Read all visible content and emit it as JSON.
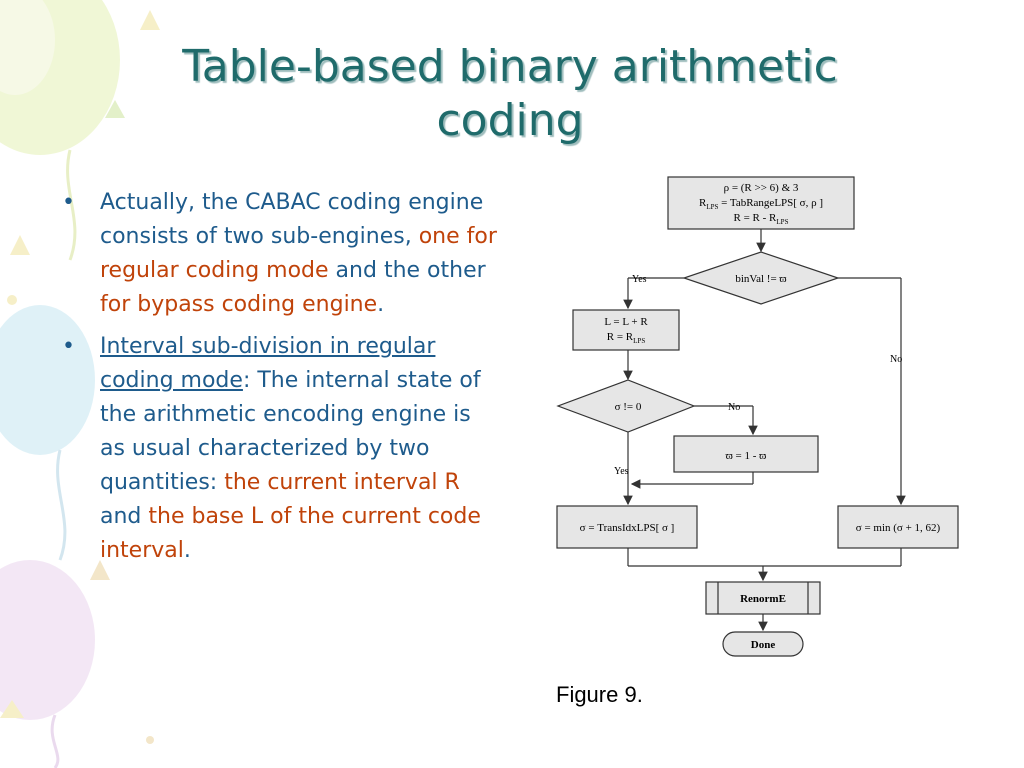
{
  "slide": {
    "title_line1": "Table-based binary arithmetic",
    "title_line2": "coding",
    "bullets": [
      {
        "p1": "Actually, the CABAC coding engine consists of two sub-engines, ",
        "p2": "one for regular coding mode",
        "p3": " and the other ",
        "p4": "for bypass coding engine",
        "p5": "."
      },
      {
        "p1": "Interval sub-division in regular coding mode",
        "p2": ": The internal state of the arithmetic encoding engine is as usual characterized by two quantities: ",
        "p3": "the current interval R",
        "p4": " and ",
        "p5": "the base L of the current code interval",
        "p6": "."
      }
    ],
    "caption": "Figure 9.",
    "colors": {
      "title": "#1f6b6b",
      "text": "#1e5b8c",
      "highlight": "#c0430a"
    }
  },
  "flowchart": {
    "top_box": {
      "l1": "ρ = (R >> 6) & 3",
      "l2a": "R",
      "l2sub": "LPS",
      "l2b": " = TabRangeLPS[ σ, ρ ]",
      "l3a": "R = R - R",
      "l3sub": "LPS"
    },
    "decision1": "binVal != ϖ",
    "yes_label1": "Yes",
    "no_label1": "No",
    "box_lr": {
      "l1": "L = L + R",
      "l2a": "R = R",
      "l2sub": "LPS"
    },
    "decision2": "σ != 0",
    "no_label2": "No",
    "yes_label2": "Yes",
    "box_w": "ϖ = 1 - ϖ",
    "box_trans": "σ = TransIdxLPS[ σ ]",
    "box_min": "σ = min (σ + 1, 62)",
    "box_renorm": "RenormE",
    "box_done": "Done"
  }
}
